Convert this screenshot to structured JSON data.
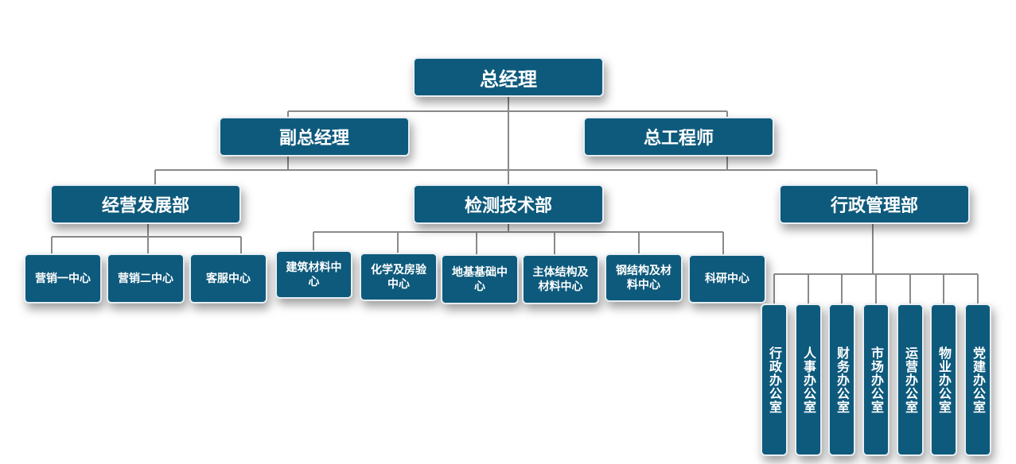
{
  "org": {
    "general_manager": "总经理",
    "deputy_gm": "副总经理",
    "chief_engineer": "总工程师",
    "business_dev": "经营发展部",
    "testing_tech": "检测技术部",
    "admin_mgmt": "行政管理部",
    "marketing_1": "营销一中心",
    "marketing_2": "营销二中心",
    "customer_service": "客服中心",
    "building_materials": "建筑材料中心",
    "chemistry": "化学及房验中心",
    "foundation": "地基基础中心",
    "structure_materials": "主体结构及材料中心",
    "steel_structure": "钢结构及材料中心",
    "research": "科研中心",
    "admin_office": "行政办公室",
    "hr_office": "人事办公室",
    "finance_office": "财务办公室",
    "market_office": "市场办公室",
    "operations_office": "运营办公室",
    "property_office": "物业办公室",
    "party_office": "党建办公室"
  },
  "colors": {
    "box": "#0e5a7c",
    "border": "#e8eef2",
    "line": "#8a8a8a"
  }
}
